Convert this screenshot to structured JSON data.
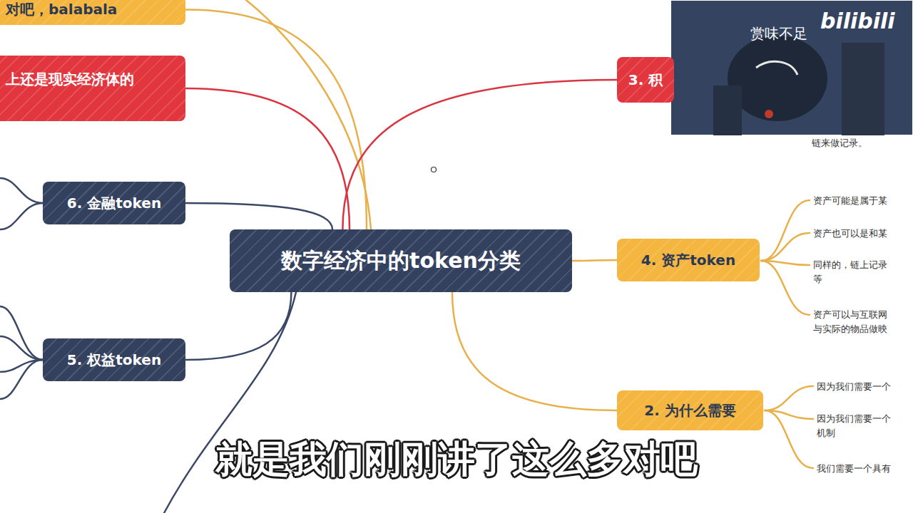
{
  "diagram": {
    "nodes": [
      {
        "text": [
          "数字经济中的token分类"
        ]
      },
      {
        "text": [
          "对吧，balabala"
        ]
      },
      {
        "text": [
          "上还是现实经济体的"
        ]
      },
      {
        "text": [
          "3. 积"
        ]
      },
      {
        "text": [
          "6. 金融token"
        ]
      },
      {
        "text": [
          "4. 资产token"
        ]
      },
      {
        "text": [
          "5. 权益token"
        ]
      },
      {
        "text": [
          "2. 为什么需要"
        ]
      }
    ],
    "edges": [
      {
        "from": 0,
        "to": 1,
        "arrow": "none"
      },
      {
        "from": 0,
        "to": 2,
        "arrow": "none"
      },
      {
        "from": 0,
        "to": 3,
        "arrow": "none"
      },
      {
        "from": 0,
        "to": 4,
        "arrow": "none"
      },
      {
        "from": 0,
        "to": 5,
        "arrow": "none"
      },
      {
        "from": 0,
        "to": 6,
        "arrow": "none"
      },
      {
        "from": 0,
        "to": 7,
        "arrow": "none"
      }
    ],
    "labels": [
      "链来做记录。",
      "资产可能是属于某",
      "资产也可以是和某",
      "同样的，链上记录 等",
      "资产可以与互联网 与实际的物品做映",
      "因为我们需要一个",
      "因为我们需要一个 机制",
      "我们需要一个具有",
      "赏味不足",
      "bilibili",
      "就是我们刚刚讲了这么多对吧"
    ]
  }
}
